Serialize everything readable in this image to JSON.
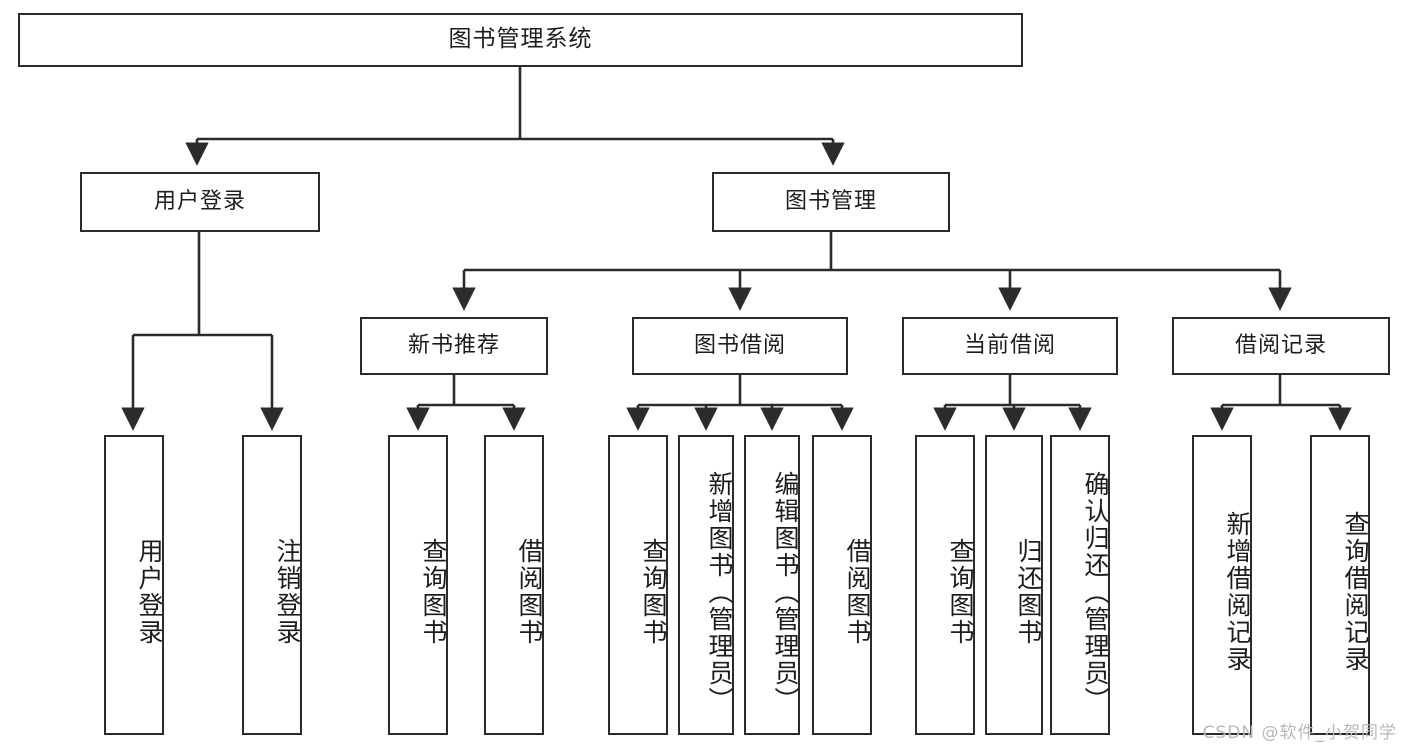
{
  "diagram": {
    "title": "图书管理系统",
    "type": "tree",
    "watermark": "CSDN @软件_小贺同学",
    "colors": {
      "stroke": "#2b2b2b",
      "fill": "#ffffff",
      "text": "#1d1d1d",
      "watermark": "#b9b9b9"
    },
    "nodes": {
      "root": {
        "label": "图书管理系统",
        "level": 0
      },
      "level1": [
        {
          "id": "user-login",
          "label": "用户登录"
        },
        {
          "id": "book-manage",
          "label": "图书管理"
        }
      ],
      "level2": [
        {
          "id": "new-book-rec",
          "label": "新书推荐",
          "parent": "book-manage"
        },
        {
          "id": "book-borrow",
          "label": "图书借阅",
          "parent": "book-manage"
        },
        {
          "id": "current-borrow",
          "label": "当前借阅",
          "parent": "book-manage"
        },
        {
          "id": "borrow-record",
          "label": "借阅记录",
          "parent": "book-manage"
        }
      ],
      "leaves": [
        {
          "id": "leaf-user-login",
          "label": "用户登录",
          "parent": "user-login"
        },
        {
          "id": "leaf-logout",
          "label": "注销登录",
          "parent": "user-login"
        },
        {
          "id": "leaf-query-book-1",
          "label": "查询图书",
          "parent": "new-book-rec"
        },
        {
          "id": "leaf-borrow-book-1",
          "label": "借阅图书",
          "parent": "new-book-rec"
        },
        {
          "id": "leaf-query-book-2",
          "label": "查询图书",
          "parent": "book-borrow"
        },
        {
          "id": "leaf-add-book",
          "label": "新增图书（管理员）",
          "parent": "book-borrow"
        },
        {
          "id": "leaf-edit-book",
          "label": "编辑图书（管理员）",
          "parent": "book-borrow"
        },
        {
          "id": "leaf-borrow-book-2",
          "label": "借阅图书",
          "parent": "book-borrow"
        },
        {
          "id": "leaf-query-book-3",
          "label": "查询图书",
          "parent": "current-borrow"
        },
        {
          "id": "leaf-return-book",
          "label": "归还图书",
          "parent": "current-borrow"
        },
        {
          "id": "leaf-confirm-return",
          "label": "确认归还（管理员）",
          "parent": "current-borrow"
        },
        {
          "id": "leaf-add-record",
          "label": "新增借阅记录",
          "parent": "borrow-record"
        },
        {
          "id": "leaf-query-record",
          "label": "查询借阅记录",
          "parent": "borrow-record"
        }
      ]
    }
  }
}
